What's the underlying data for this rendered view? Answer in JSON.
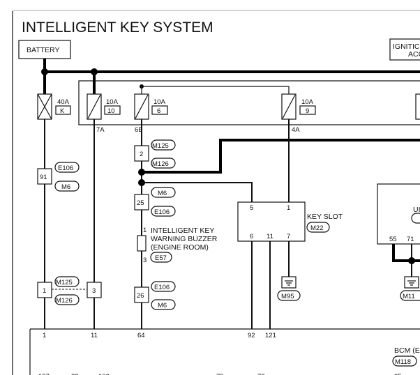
{
  "title": "INTELLIGENT KEY SYSTEM",
  "battery": "BATTERY",
  "ignition_partial": [
    "IGNITIC",
    "ACC"
  ],
  "fuses": [
    {
      "amp": "40A",
      "id": "K"
    },
    {
      "amp": "10A",
      "id": "10"
    },
    {
      "amp": "10A",
      "id": "6"
    },
    {
      "amp": "10A",
      "id": "9"
    }
  ],
  "fuse_terminals": [
    "7A",
    "6B",
    "4A"
  ],
  "connectors": {
    "e106": "E106",
    "m6": "M6",
    "m125": "M125",
    "m126": "M126",
    "m22": "M22",
    "e57": "E57",
    "m95": "M95",
    "m118": "M118",
    "m11": "M11"
  },
  "pins": {
    "p91": "91",
    "p1": "1",
    "p3": "3",
    "p2": "2",
    "p25": "25",
    "p26": "26",
    "buzzer_top": "1",
    "buzzer_bottom": "3",
    "slot_5": "5",
    "slot_1": "1",
    "slot_6": "6",
    "slot_11": "11",
    "slot_7": "7",
    "un_55": "55",
    "un_71": "71"
  },
  "key_slot_label": "KEY SLOT",
  "buzzer_label": [
    "INTELLIGENT KEY",
    "WARNING BUZZER",
    "(ENGINE ROOM)"
  ],
  "unit_partial": "UI",
  "bcm_label": "BCM (E",
  "bcm_terminals": [
    "1",
    "11",
    "64",
    "92",
    "121"
  ],
  "bcm_bottom_partial": [
    "127",
    "82",
    "102",
    "79",
    "78",
    "25"
  ]
}
